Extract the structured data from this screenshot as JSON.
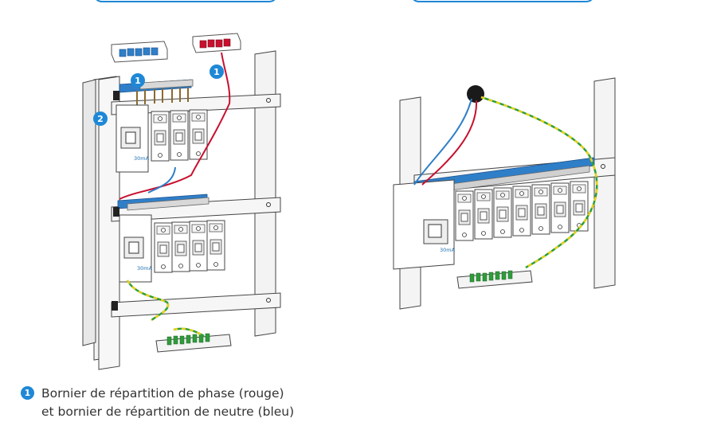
{
  "colors": {
    "accent": "#1e88d6",
    "phase": "#c8102e",
    "neutral": "#2f7fc8",
    "earth_green": "#2e9d3a",
    "earth_yellow": "#e5d21b"
  },
  "callouts": {
    "one": "1",
    "two": "2"
  },
  "rcd_rating": "30mA",
  "legend": {
    "number": "1",
    "line1": "Bornier de répartition de phase (rouge)",
    "line2": "et bornier de répartition de neutre (bleu)"
  }
}
